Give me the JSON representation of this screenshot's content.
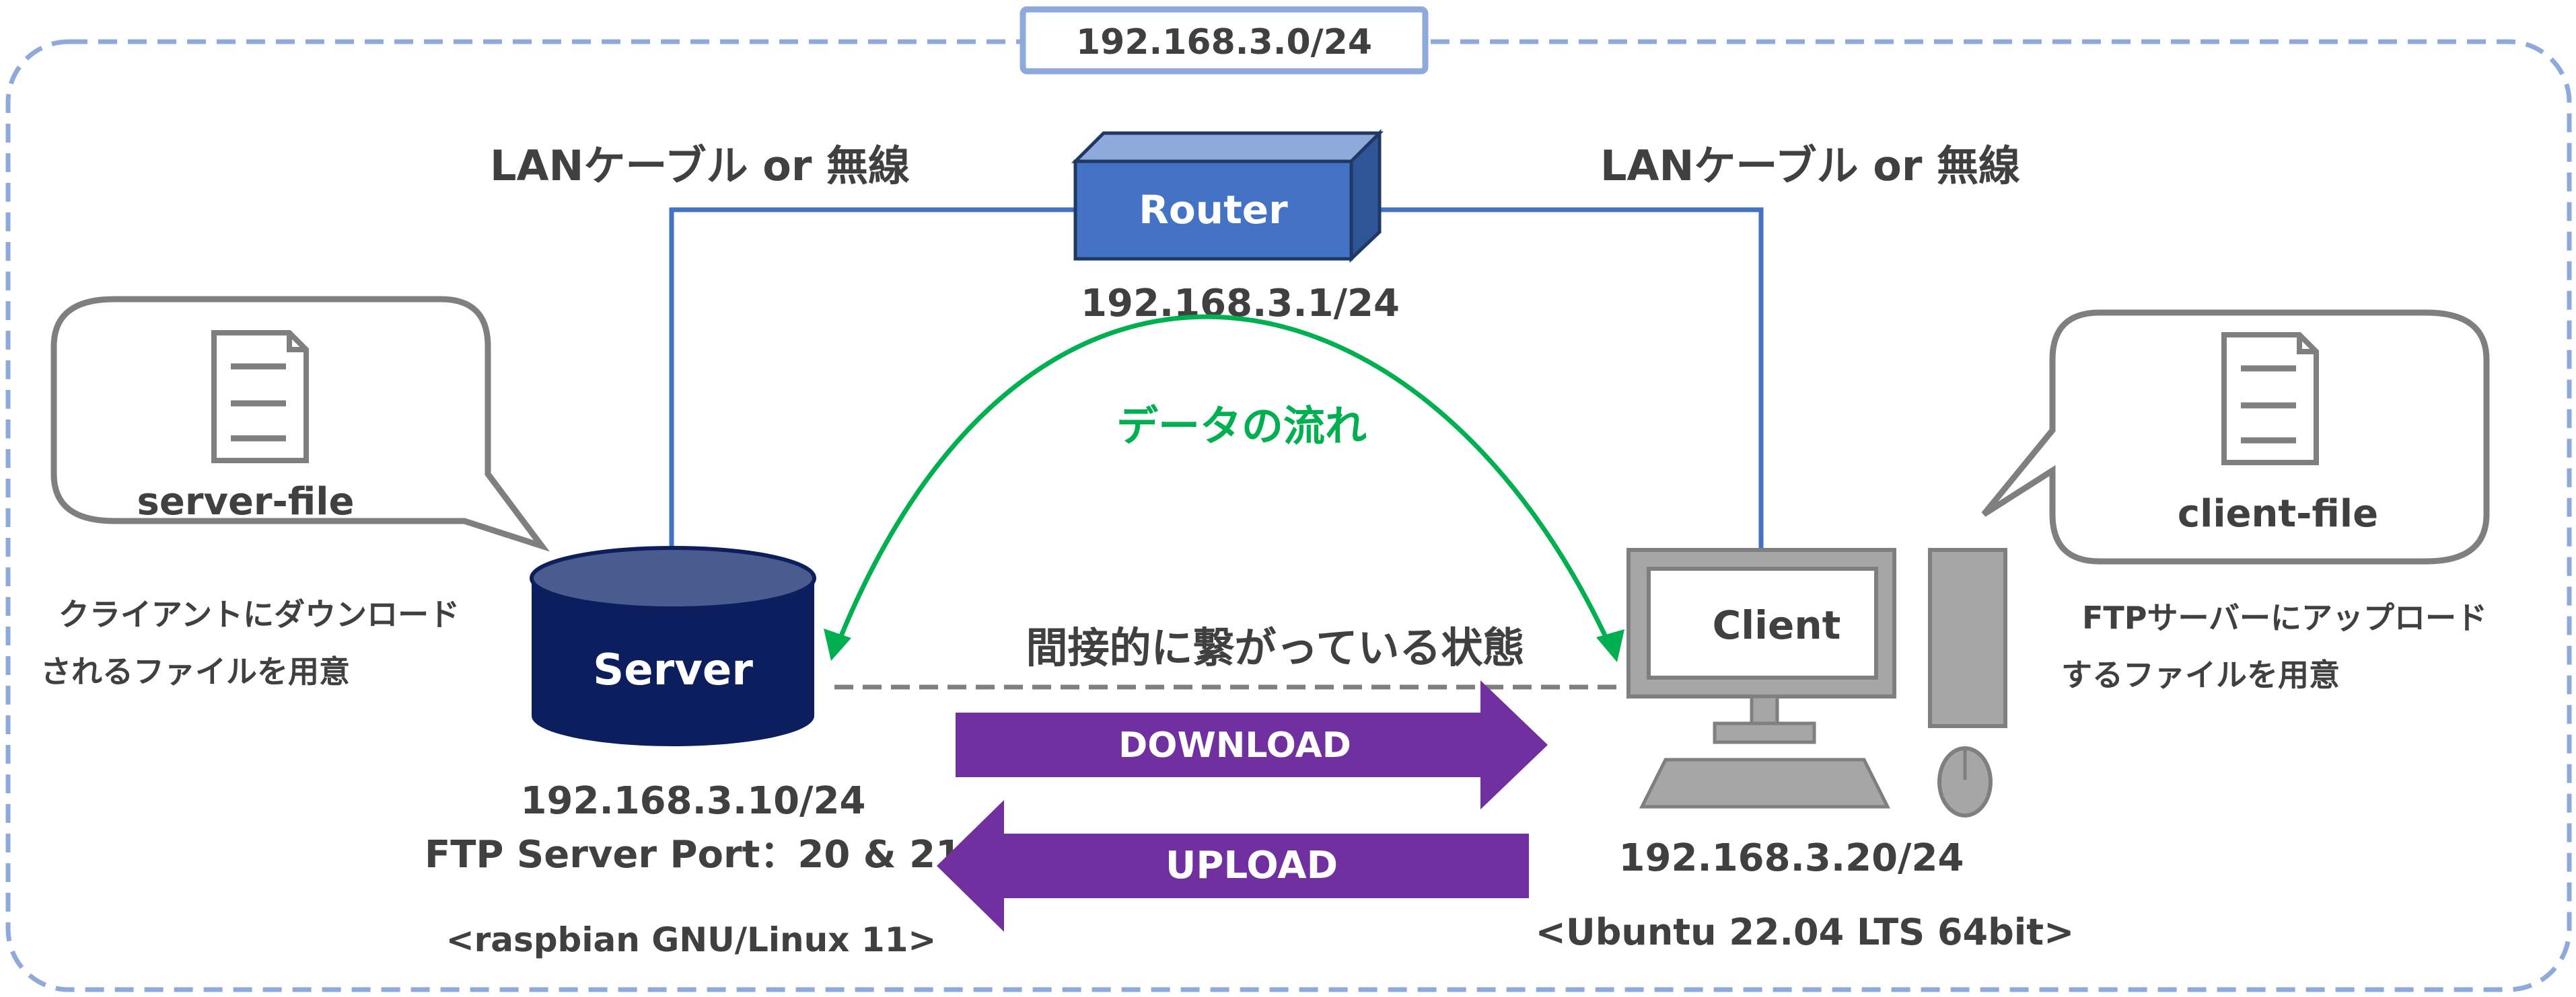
{
  "network": {
    "subnet": "192.168.3.0/24"
  },
  "router": {
    "name": "Router",
    "ip": "192.168.3.1/24"
  },
  "links": {
    "left_label": "LANケーブル or 無線",
    "right_label": "LANケーブル or 無線"
  },
  "server": {
    "name": "Server",
    "ip": "192.168.3.10/24",
    "port": "FTP Server Port：20 & 21",
    "os": "<raspbian GNU/Linux 11>",
    "file_name": "server-file",
    "note_line1": "クライアントにダウンロード",
    "note_line2": "されるファイルを用意"
  },
  "client": {
    "name": "Client",
    "ip": "192.168.3.20/24",
    "os": "<Ubuntu 22.04 LTS 64bit>",
    "file_name": "client-file",
    "note_line1": "FTPサーバーにアップロード",
    "note_line2": "するファイルを用意"
  },
  "flows": {
    "data_flow": "データの流れ",
    "indirect": "間接的に繋がっている状態",
    "download": "DOWNLOAD",
    "upload": "UPLOAD"
  },
  "colors": {
    "router_blue": "#4472C4",
    "server_navy": "#0C1E5E",
    "flow_green": "#00B050",
    "arrow_purple": "#7030A0",
    "frame_blue": "#8EA9DB",
    "gray": "#7F7F7F"
  },
  "icons": {
    "router": "router-box-icon",
    "server": "database-cylinder-icon",
    "client": "desktop-computer-icon",
    "file": "document-icon"
  }
}
